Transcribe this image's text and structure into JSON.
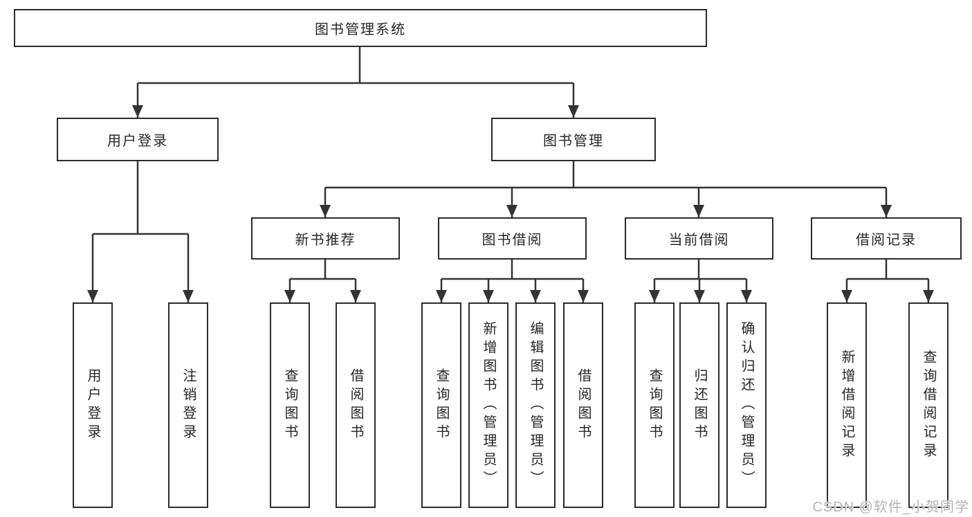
{
  "diagram": {
    "root": "图书管理系统",
    "level2": [
      "用户登录",
      "图书管理"
    ],
    "level3": [
      "新书推荐",
      "图书借阅",
      "当前借阅",
      "借阅记录"
    ],
    "leaves": {
      "user": [
        "用户登录",
        "注销登录"
      ],
      "recommend": [
        "查询图书",
        "借阅图书"
      ],
      "borrow": [
        "查询图书",
        "新增图书（管理员）",
        "编辑图书（管理员）",
        "借阅图书"
      ],
      "current": [
        "查询图书",
        "归还图书",
        "确认归还（管理员）"
      ],
      "records": [
        "新增借阅记录",
        "查询借阅记录"
      ]
    },
    "watermark": "CSDN @软件_小贺同学",
    "colors": {
      "line": "#333333",
      "box_border": "#2b2b2b",
      "text": "#262626",
      "background": "#ffffff",
      "watermark": "#b3b3b3"
    }
  }
}
